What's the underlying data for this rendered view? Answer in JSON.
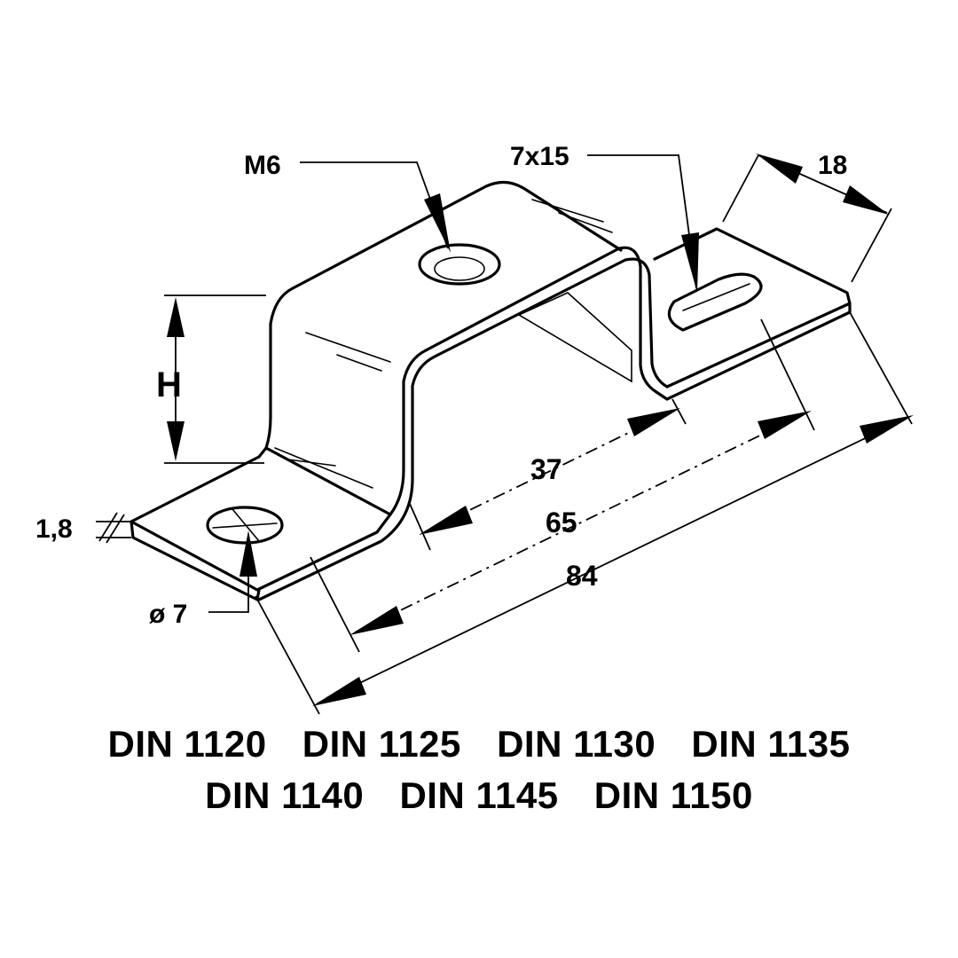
{
  "labels": {
    "thread": "M6",
    "slot": "7x15",
    "width": "18",
    "height": "H",
    "thickness": "1,8",
    "hole": "ø 7",
    "dim_inner": "37",
    "dim_middle": "65",
    "dim_overall": "84"
  },
  "models": {
    "row1": [
      "DIN 1120",
      "DIN 1125",
      "DIN 1130",
      "DIN 1135"
    ],
    "row2": [
      "DIN 1140",
      "DIN 1145",
      "DIN 1150"
    ]
  }
}
